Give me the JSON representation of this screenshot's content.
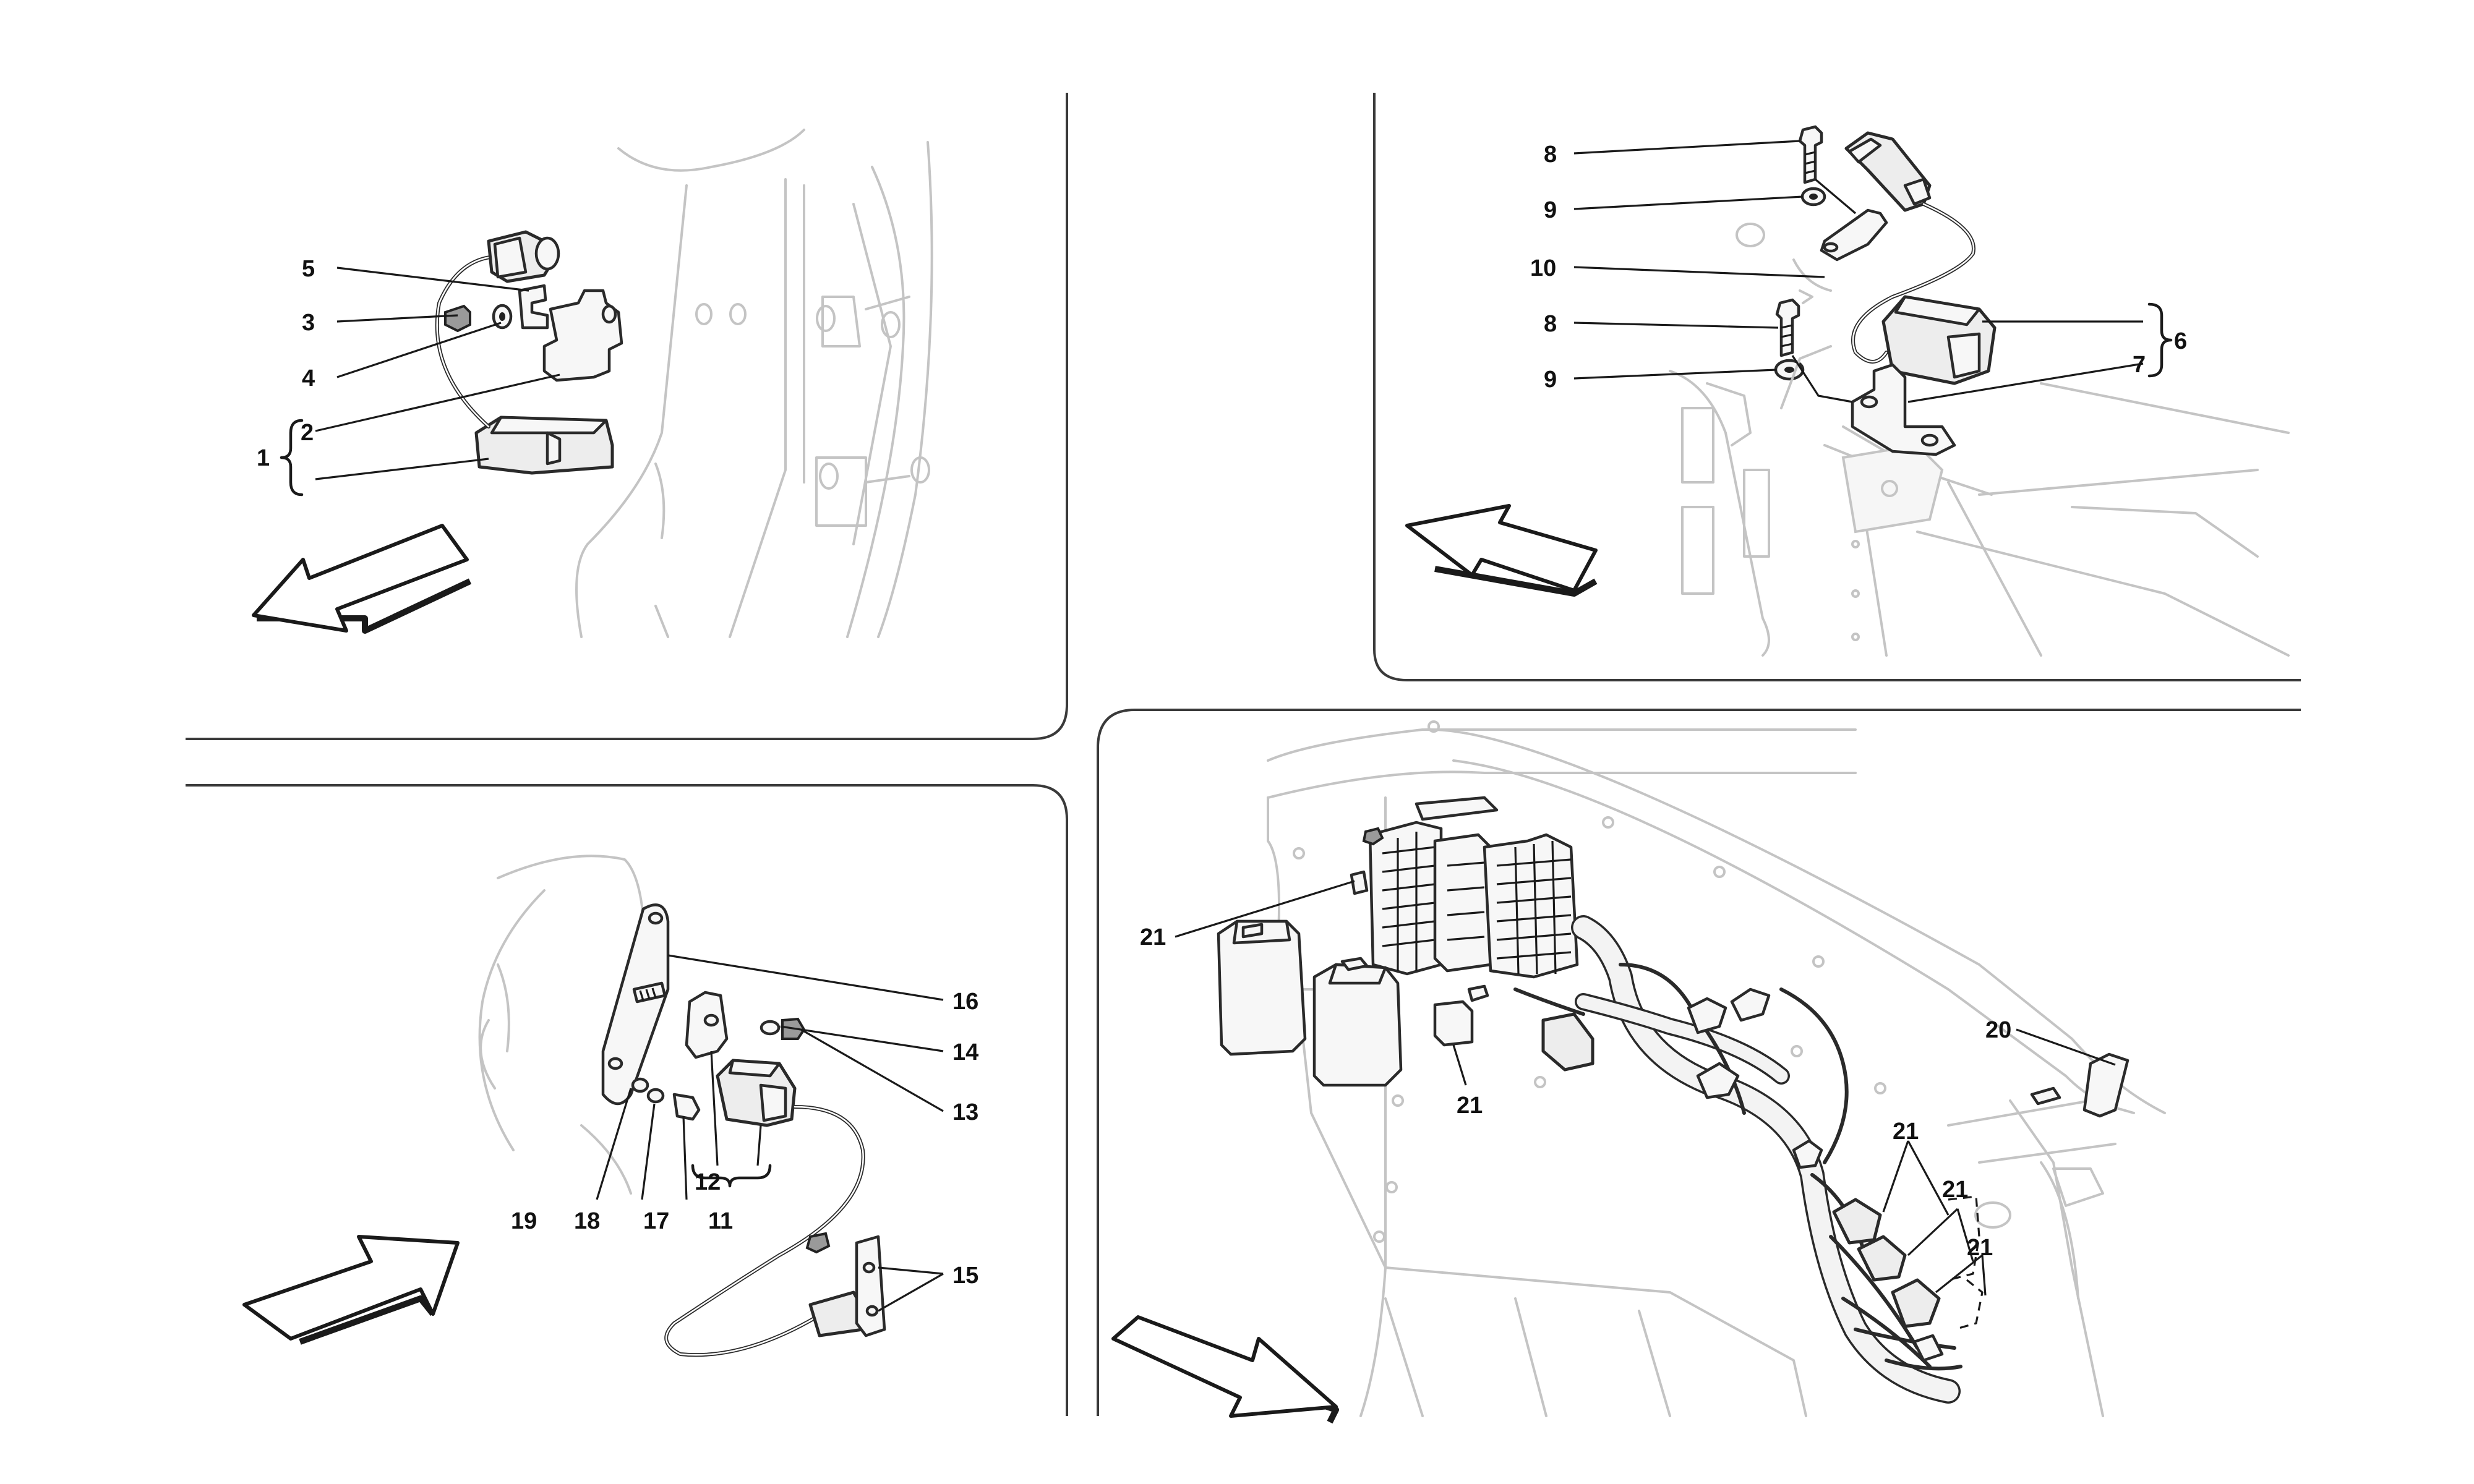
{
  "diagram": {
    "callouts": {
      "c1": "1",
      "c2": "2",
      "c3": "3",
      "c4": "4",
      "c5": "5",
      "c6": "6",
      "c7": "7",
      "c8a": "8",
      "c8b": "8",
      "c9a": "9",
      "c9b": "9",
      "c10": "10",
      "c11": "11",
      "c12": "12",
      "c13": "13",
      "c14": "14",
      "c15": "15",
      "c16": "16",
      "c17": "17",
      "c18": "18",
      "c19": "19",
      "c20": "20",
      "c21a": "21",
      "c21b": "21",
      "c21c": "21",
      "c21d": "21",
      "c21e": "21"
    }
  }
}
